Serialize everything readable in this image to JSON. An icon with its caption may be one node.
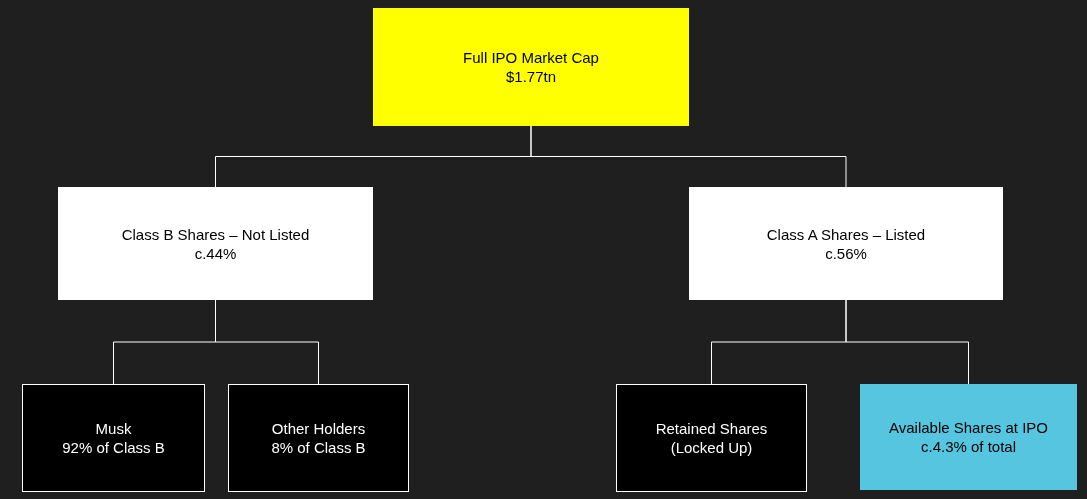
{
  "diagram": {
    "nodes": [
      {
        "text": [
          "Full IPO Market Cap",
          "$1.77tn"
        ]
      },
      {
        "text": [
          "Class B Shares – Not Listed",
          "c.44%"
        ]
      },
      {
        "text": [
          "Class A Shares – Listed",
          "c.56%"
        ]
      },
      {
        "text": [
          "Musk",
          "92% of Class B"
        ]
      },
      {
        "text": [
          "Other Holders",
          "8% of Class B"
        ]
      },
      {
        "text": [
          "Retained Shares",
          "(Locked Up)"
        ]
      },
      {
        "text": [
          "Available Shares at IPO",
          "c.4.3% of total"
        ]
      }
    ],
    "edges": [
      {
        "from": 0,
        "to": 1,
        "arrow": "none"
      },
      {
        "from": 0,
        "to": 2,
        "arrow": "none"
      },
      {
        "from": 1,
        "to": 3,
        "arrow": "none"
      },
      {
        "from": 1,
        "to": 4,
        "arrow": "none"
      },
      {
        "from": 2,
        "to": 5,
        "arrow": "none"
      },
      {
        "from": 2,
        "to": 6,
        "arrow": "none"
      }
    ]
  }
}
